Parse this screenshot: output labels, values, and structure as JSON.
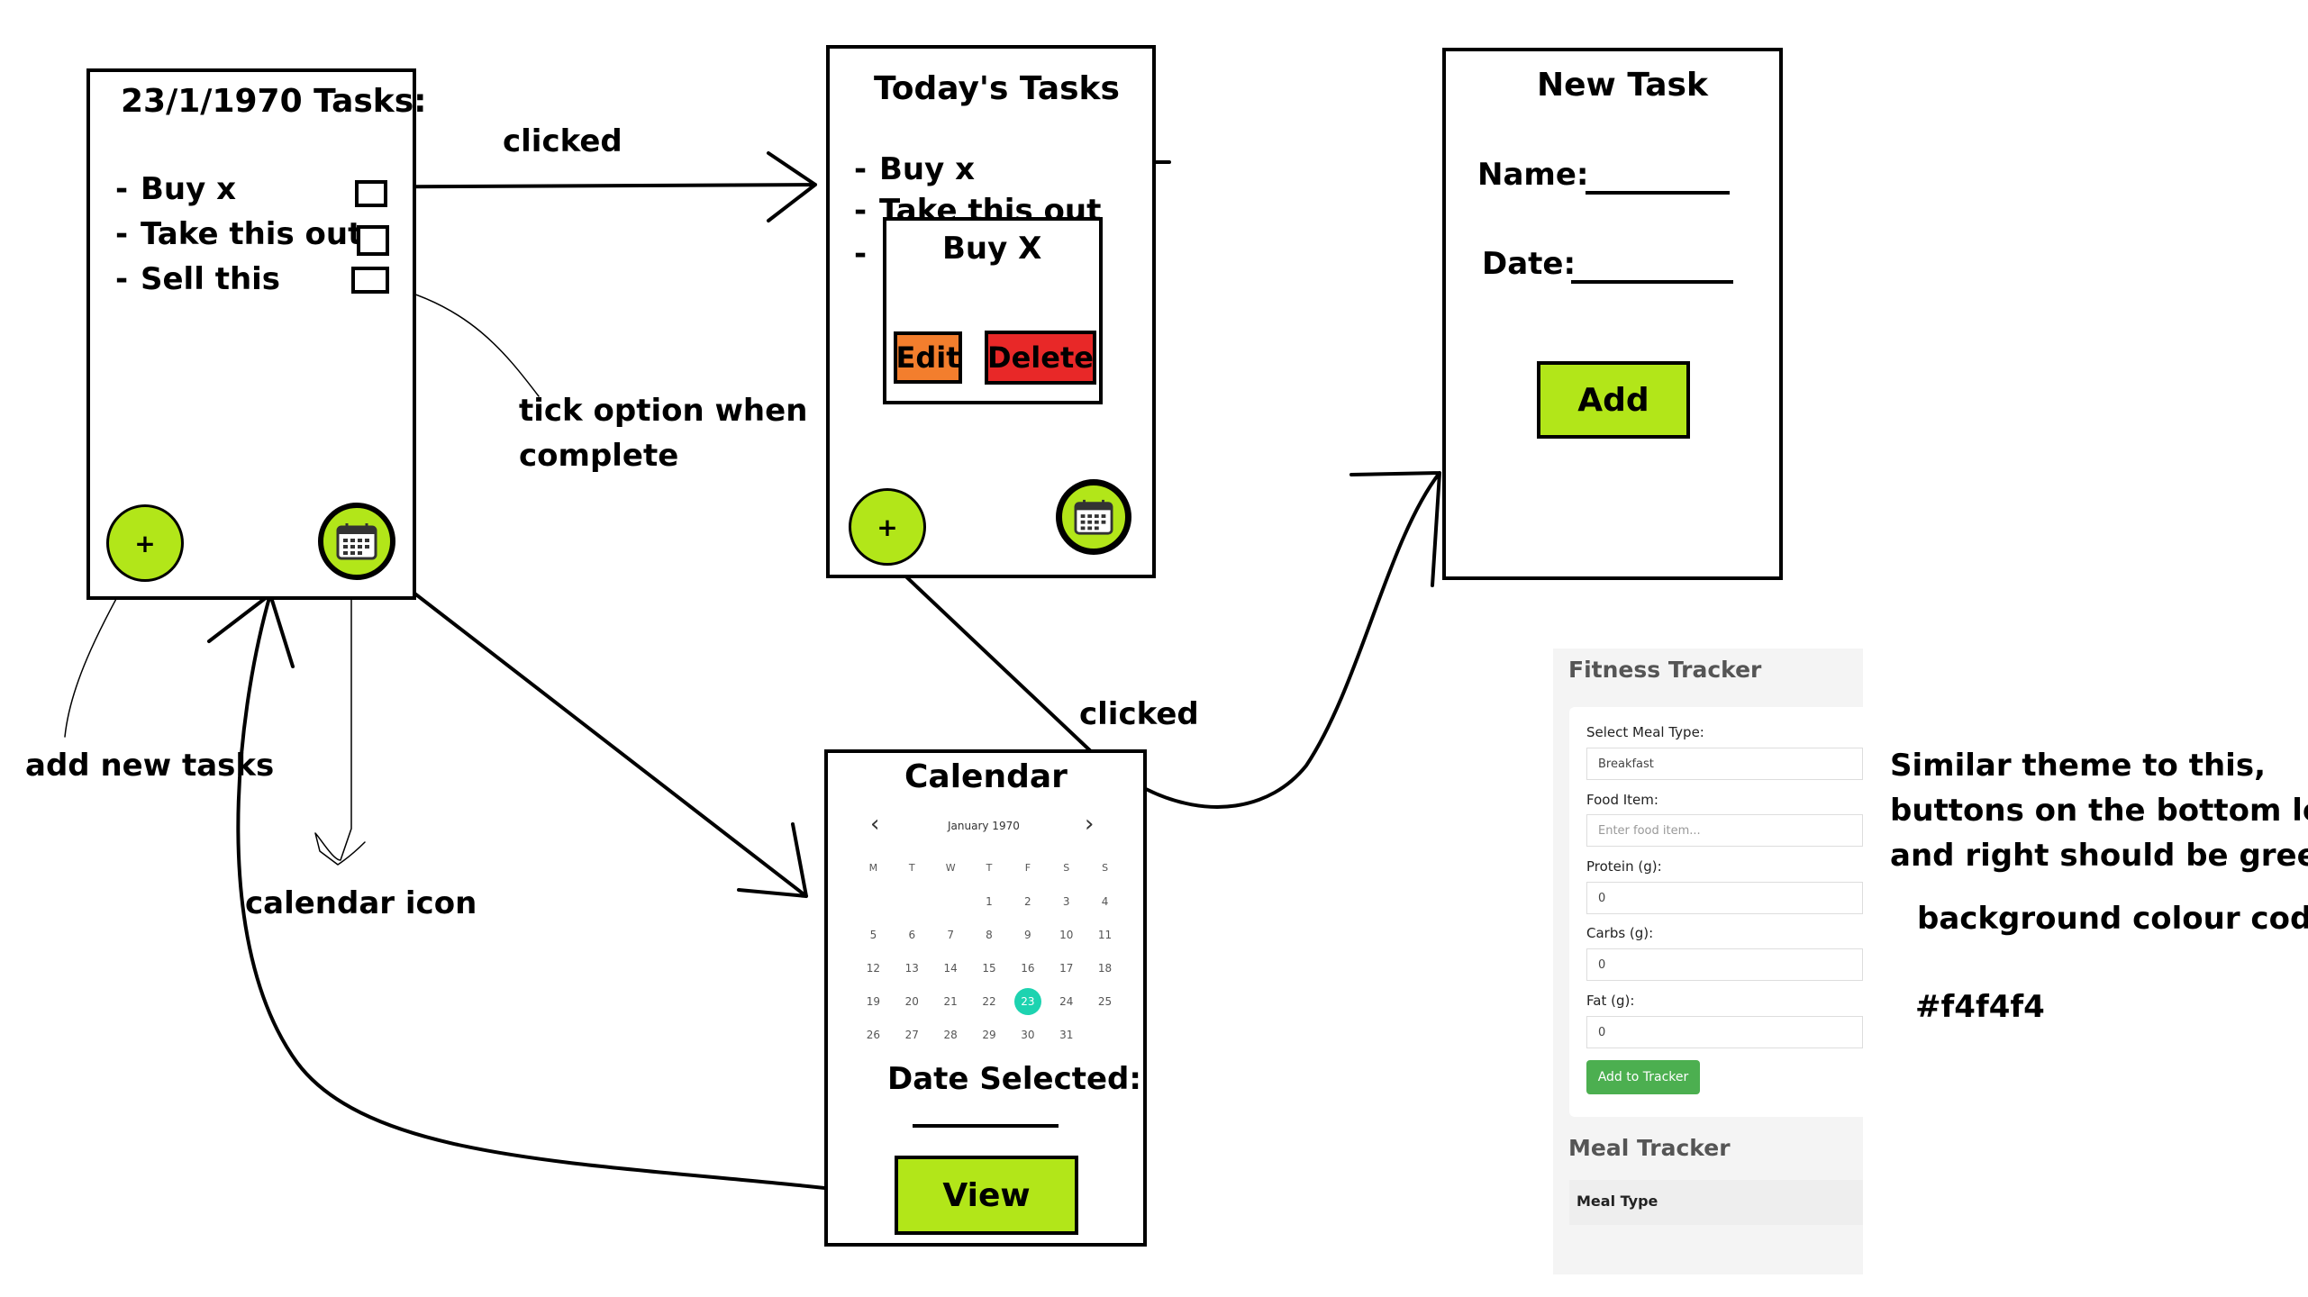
{
  "screen1": {
    "title": "23/1/1970 Tasks:",
    "tasks": [
      {
        "bullet": "-",
        "label": "Buy x"
      },
      {
        "bullet": "-",
        "label": "Take this out"
      },
      {
        "bullet": "-",
        "label": "Sell this"
      }
    ],
    "add_label": "+",
    "calendar_icon": "calendar-icon"
  },
  "screen2": {
    "title": "Today's Tasks",
    "tasks": [
      {
        "bullet": "-",
        "label": "Buy x"
      },
      {
        "bullet": "-",
        "label": "Take this out"
      },
      {
        "bullet": "-",
        "label": ""
      }
    ],
    "popup": {
      "title": "Buy X",
      "edit_label": "Edit",
      "delete_label": "Delete"
    },
    "add_label": "+"
  },
  "screen3": {
    "title": "New Task",
    "name_label": "Name:",
    "date_label": "Date:",
    "add_label": "Add"
  },
  "screen4": {
    "title": "Calendar",
    "month": "January 1970",
    "prev": "‹",
    "next": "›",
    "weekdays": [
      "M",
      "T",
      "W",
      "T",
      "F",
      "S",
      "S"
    ],
    "days": [
      "",
      "",
      "",
      "1",
      "2",
      "3",
      "4",
      "5",
      "6",
      "7",
      "8",
      "9",
      "10",
      "11",
      "12",
      "13",
      "14",
      "15",
      "16",
      "17",
      "18",
      "19",
      "20",
      "21",
      "22",
      "23",
      "24",
      "25",
      "26",
      "27",
      "28",
      "29",
      "30",
      "31",
      ""
    ],
    "selected_day": "23",
    "date_selected_label": "Date Selected:",
    "view_label": "View"
  },
  "annotations": {
    "clicked_top": "clicked",
    "tick_option": [
      "tick option when",
      "complete"
    ],
    "add_new_tasks": "add new tasks",
    "calendar_icon": "calendar icon",
    "clicked_bottom": "clicked",
    "theme_note": [
      "Similar theme to this,",
      "buttons on the bottom left",
      "and right should be green"
    ],
    "bg_note": "background colour code",
    "bg_code": "#f4f4f4"
  },
  "fitness_tracker": {
    "title": "Fitness Tracker",
    "fields": [
      {
        "label": "Select Meal Type:",
        "value": "Breakfast"
      },
      {
        "label": "Food Item:",
        "value": "Enter food item..."
      },
      {
        "label": "Protein (g):",
        "value": "0"
      },
      {
        "label": "Carbs (g):",
        "value": "0"
      },
      {
        "label": "Fat (g):",
        "value": "0"
      }
    ],
    "button": "Add to Tracker",
    "meal_tracker_title": "Meal Tracker",
    "meal_type_header": "Meal Type"
  },
  "colors": {
    "accent_green": "#b2e619",
    "edit_orange": "#f37e2d",
    "delete_red": "#e82828",
    "calendar_selected": "#1dd3b0",
    "panel_bg": "#f4f4f4",
    "tracker_button": "#4caf50"
  }
}
